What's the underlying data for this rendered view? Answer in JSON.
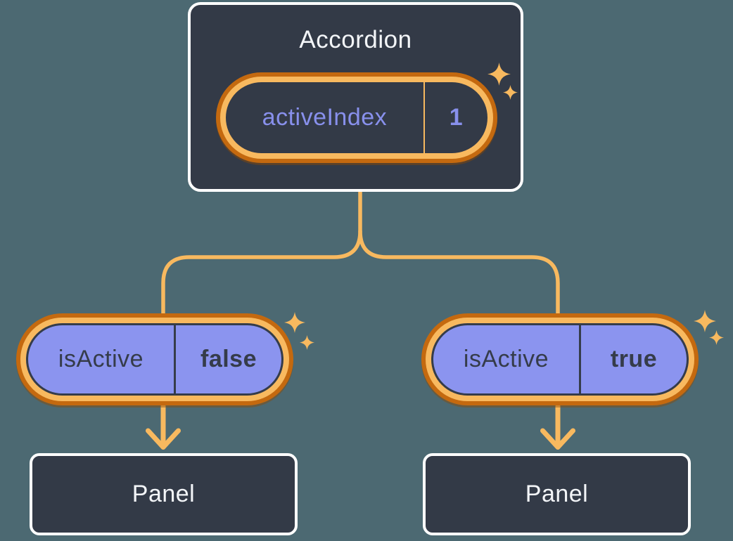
{
  "diagram": {
    "root": {
      "title": "Accordion",
      "state_name": "activeIndex",
      "state_value": "1"
    },
    "left": {
      "prop_name": "isActive",
      "prop_value": "false",
      "panel_label": "Panel"
    },
    "right": {
      "prop_name": "isActive",
      "prop_value": "true",
      "panel_label": "Panel"
    }
  },
  "icons": {
    "sparkle": "four-point-star"
  },
  "colors": {
    "background": "#4C6972",
    "box_background": "#333A47",
    "box_border": "#FFFFFF",
    "orange_dark": "#C4690F",
    "orange_light": "#F8B95F",
    "purple_fill": "#8B94EF",
    "purple_text": "#8890EC",
    "dark_text": "#353C4A",
    "light_text": "#F3F5F8"
  }
}
